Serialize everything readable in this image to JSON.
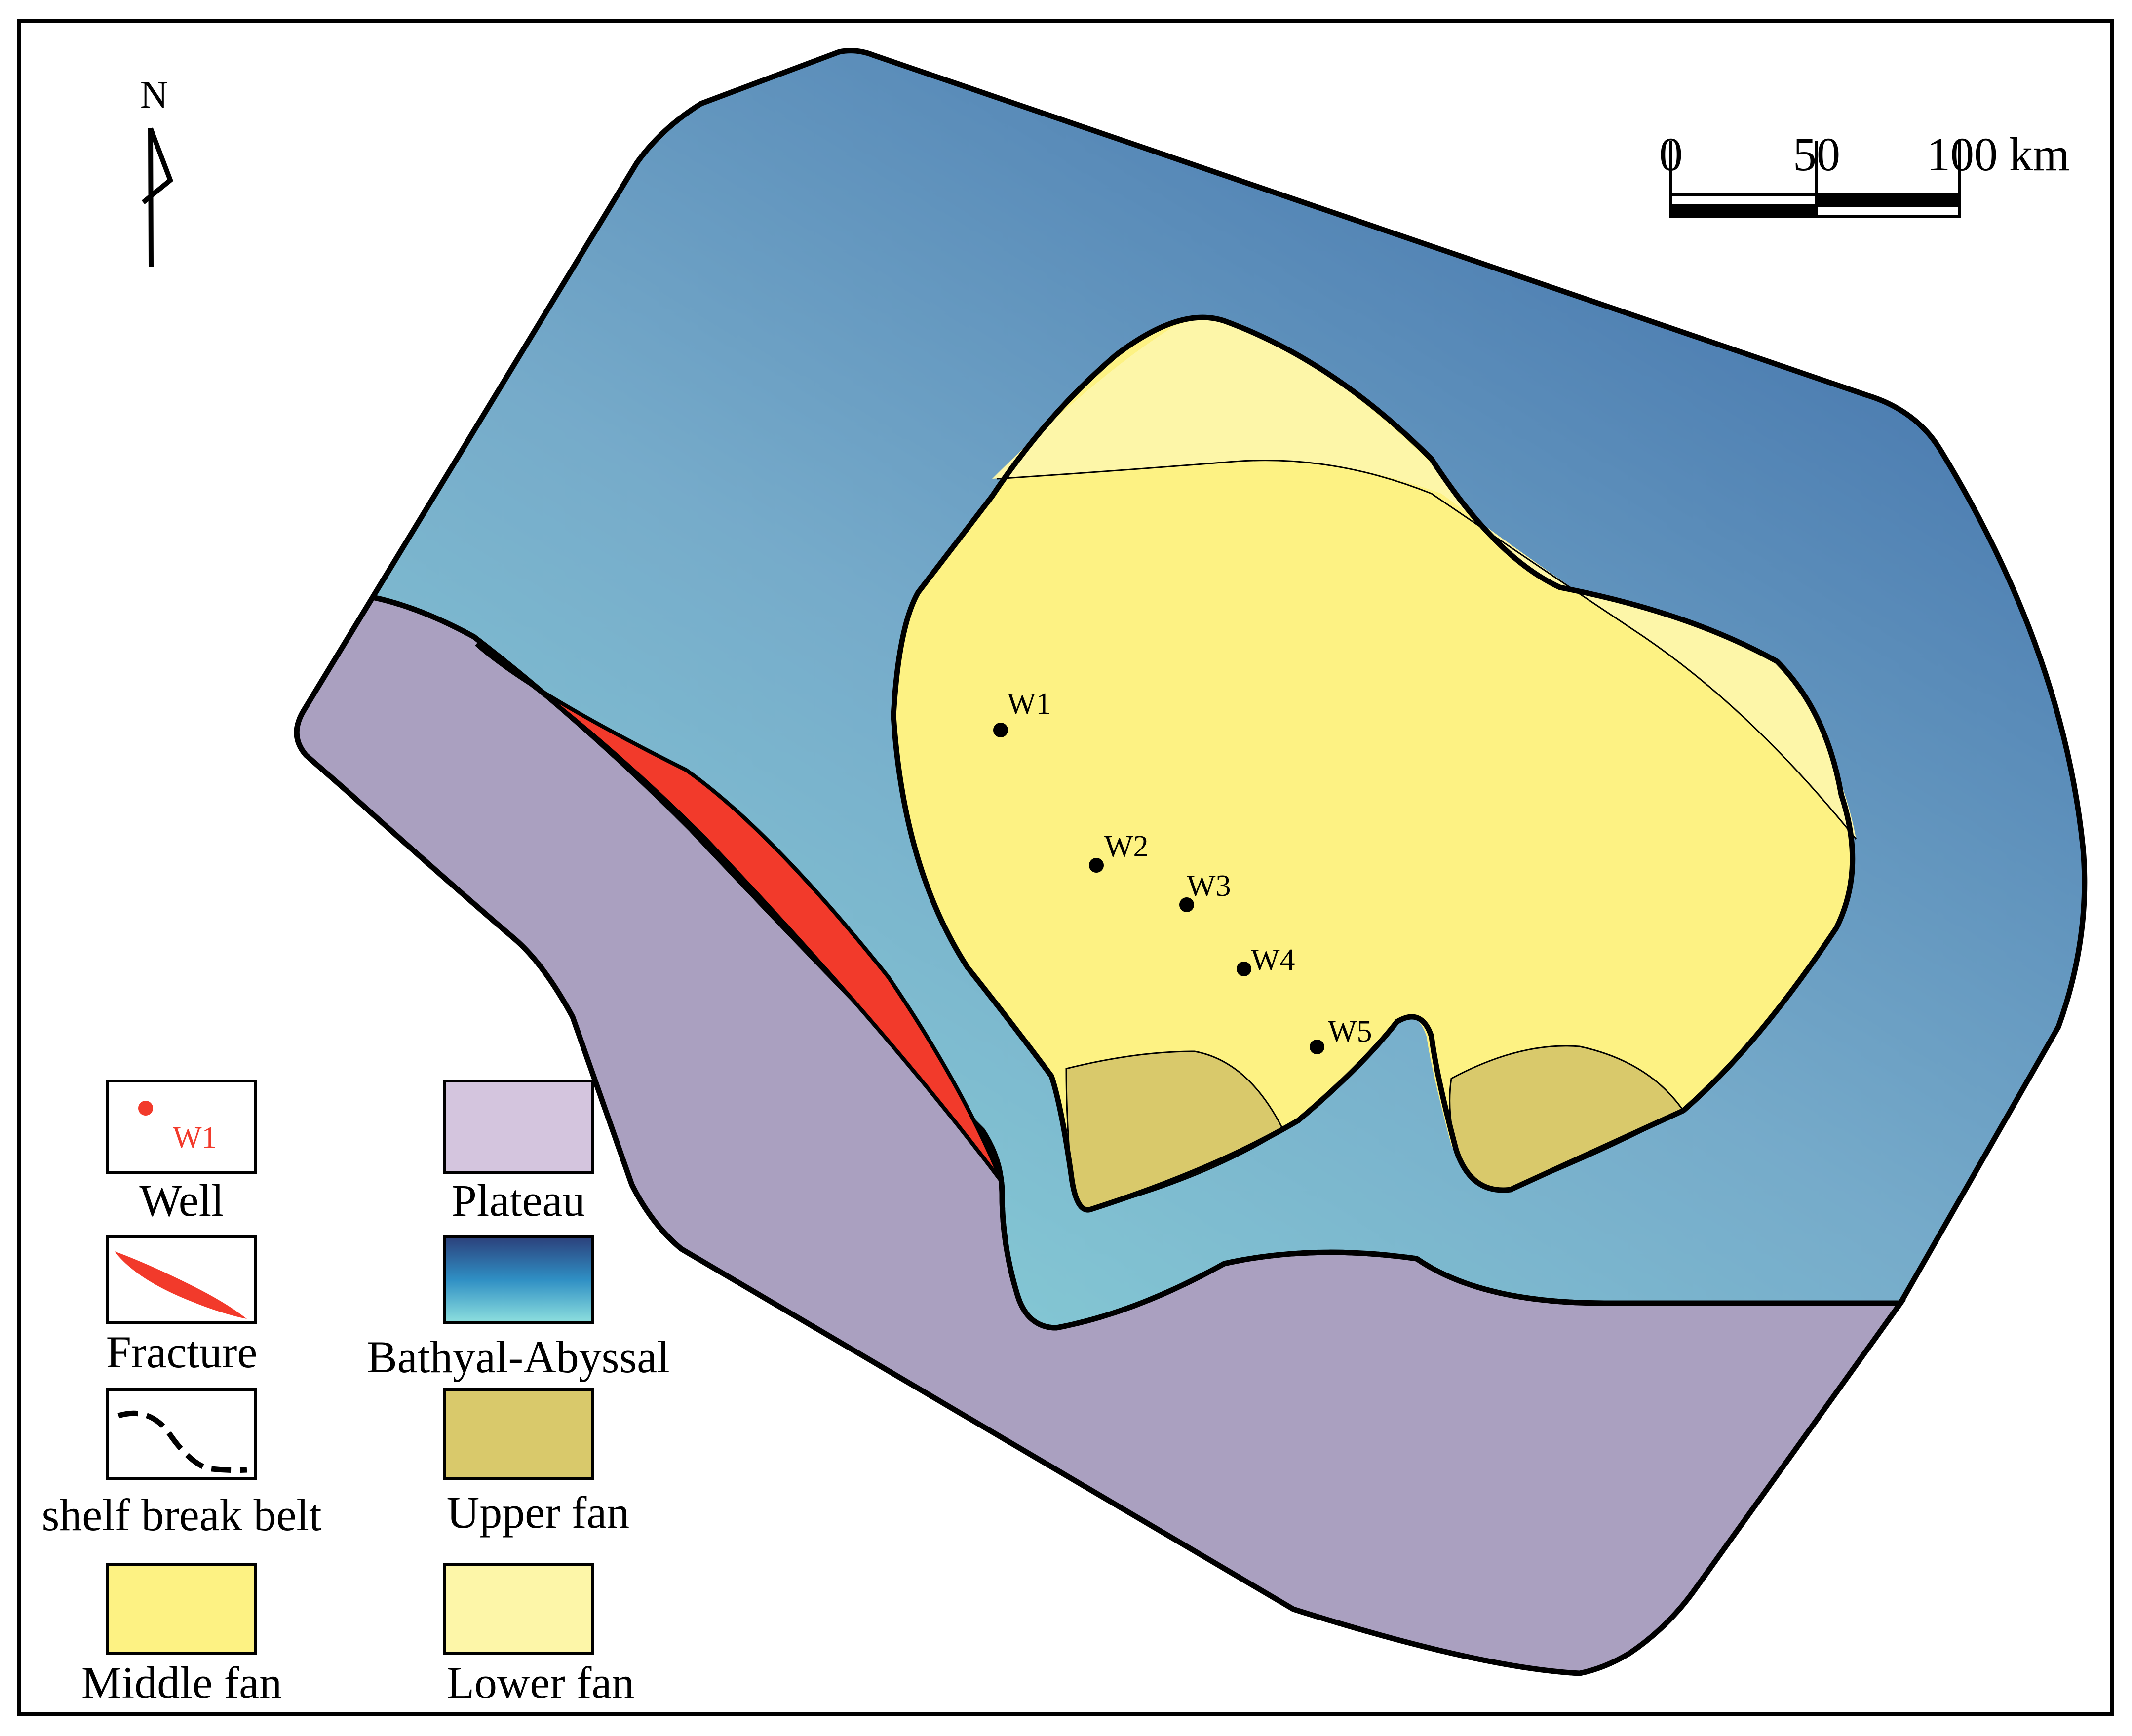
{
  "north": {
    "label": "N",
    "icon": "north-arrow-icon"
  },
  "scale_bar": {
    "ticks": [
      "0",
      "50",
      "100"
    ],
    "unit": "km",
    "icon": "scale-bar-icon"
  },
  "wells": [
    {
      "id": "W1",
      "label": "W1"
    },
    {
      "id": "W2",
      "label": "W2"
    },
    {
      "id": "W3",
      "label": "W3"
    },
    {
      "id": "W4",
      "label": "W4"
    },
    {
      "id": "W5",
      "label": "W5"
    }
  ],
  "legend": {
    "well": {
      "label": "Well",
      "sample_text": "W1"
    },
    "fracture": {
      "label": "Fracture"
    },
    "shelf_break": {
      "label": "shelf break belt"
    },
    "middle_fan": {
      "label": "Middle fan"
    },
    "plateau": {
      "label": "Plateau"
    },
    "bathyal": {
      "label": "Bathyal-Abyssal"
    },
    "upper_fan": {
      "label": "Upper fan"
    },
    "lower_fan": {
      "label": "Lower fan"
    }
  },
  "colors": {
    "plateau": "#aaa0c0",
    "plateau_legend": "#d4c5de",
    "bathyal_dark": "#3e6da8",
    "bathyal_light": "#88d0d6",
    "middle_fan": "#fdf283",
    "lower_fan": "#fdf6a8",
    "upper_fan": "#d9c96b",
    "fracture": "#f23a2b",
    "well_legend": "#f23a2b"
  }
}
